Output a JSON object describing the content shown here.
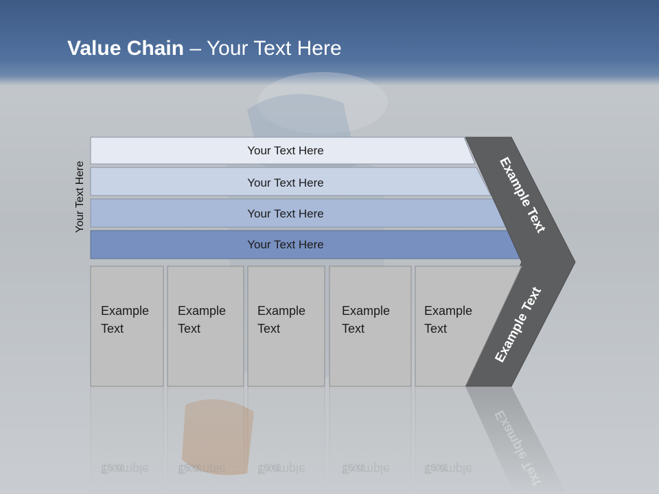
{
  "title": {
    "strong": "Value Chain",
    "rest": " – Your Text Here"
  },
  "side_label": "Your Text Here",
  "bars": [
    {
      "label": "Your Text Here",
      "fill": "#e6eaf2"
    },
    {
      "label": "Your Text Here",
      "fill": "#c8d3e6"
    },
    {
      "label": "Your Text Here",
      "fill": "#a9bad9"
    },
    {
      "label": "Your Text Here",
      "fill": "#7890bf"
    }
  ],
  "cells": [
    {
      "line1": "Example",
      "line2": "Text"
    },
    {
      "line1": "Example",
      "line2": "Text"
    },
    {
      "line1": "Example",
      "line2": "Text"
    },
    {
      "line1": "Example",
      "line2": "Text"
    },
    {
      "line1": "Example",
      "line2": "Text"
    }
  ],
  "chevron": {
    "upper_label": "Example Text",
    "lower_label": "Example Text",
    "fill": "#5d5e60"
  },
  "colors": {
    "header": "#4a6895",
    "cell_fill": "#bfbfbf",
    "cell_border": "#8d8d8d"
  }
}
